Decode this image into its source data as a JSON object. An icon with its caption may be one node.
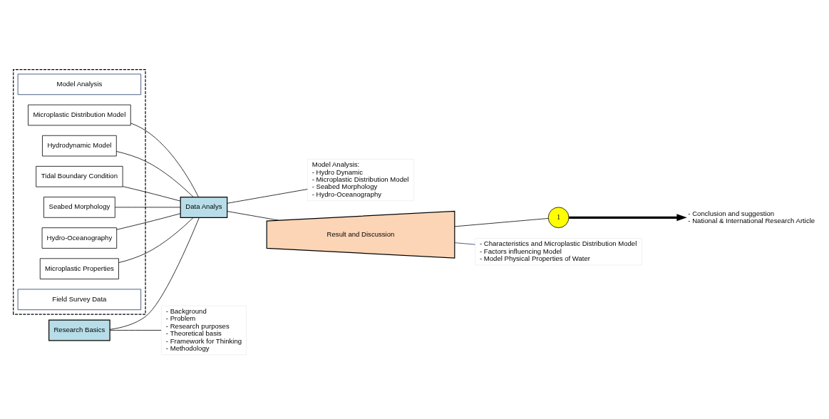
{
  "diagram": {
    "nodes": [
      {
        "text": [
          "Research Basics"
        ]
      },
      {
        "text": [],
        "shape": "box"
      },
      {
        "text": [
          "Model Analysis"
        ],
        "in": 1
      },
      {
        "text": [
          "Microplastic Distribution Model"
        ],
        "in": 1
      },
      {
        "text": [
          "Hydrodynamic Model"
        ],
        "in": 1
      },
      {
        "text": [
          "Tidal Boundary Condition"
        ],
        "in": 1
      },
      {
        "text": [
          "Seabed Morphology"
        ],
        "in": 1
      },
      {
        "text": [
          "Hydro-Oceanography"
        ],
        "in": 1
      },
      {
        "text": [
          "Microplastic Properties"
        ],
        "in": 1
      },
      {
        "text": [
          "Field Survey Data"
        ],
        "in": 1
      },
      {
        "text": [
          "Data Analys"
        ]
      },
      {
        "text": [
          "Model Analysis:",
          "- Hydro Dynamic",
          "- Microplastic Distribution Model",
          "- Seabed Morphology",
          "- Hydro-Oceanography"
        ]
      },
      {
        "text": [
          "Result and Discussion"
        ]
      },
      {
        "text": [
          "1"
        ]
      },
      {
        "text": [
          "- Conclusion and suggestion",
          "- National & International Research Article"
        ]
      },
      {
        "text": [
          "- Characteristics and Microplastic Distribution Model",
          "- Factors influencing Model",
          "- Model Physical Properties of Water"
        ]
      },
      {
        "text": [
          "- Background",
          "- Problem",
          "- Research purposes",
          "- Theoretical basis",
          "- Framework for Thinking",
          "- Methodology"
        ]
      }
    ],
    "edges": [
      {
        "from": 0,
        "to": 10,
        "arrow": "none"
      },
      {
        "from": 3,
        "to": 10,
        "arrow": "none"
      },
      {
        "from": 4,
        "to": 10,
        "arrow": "none"
      },
      {
        "from": 5,
        "to": 10,
        "arrow": "none"
      },
      {
        "from": 6,
        "to": 10,
        "arrow": "none"
      },
      {
        "from": 7,
        "to": 10,
        "arrow": "none"
      },
      {
        "from": 8,
        "to": 10,
        "arrow": "none"
      },
      {
        "from": 10,
        "to": 11,
        "arrow": "none"
      },
      {
        "from": 10,
        "to": 12,
        "arrow": "none"
      },
      {
        "from": 12,
        "to": 13,
        "arrow": "none"
      },
      {
        "from": 13,
        "to": 14,
        "arrow": "to",
        "style": "thick"
      },
      {
        "from": 12,
        "to": 15,
        "arrow": "none",
        "color": "#1f3864"
      },
      {
        "from": 0,
        "to": 16,
        "arrow": "none"
      }
    ]
  }
}
